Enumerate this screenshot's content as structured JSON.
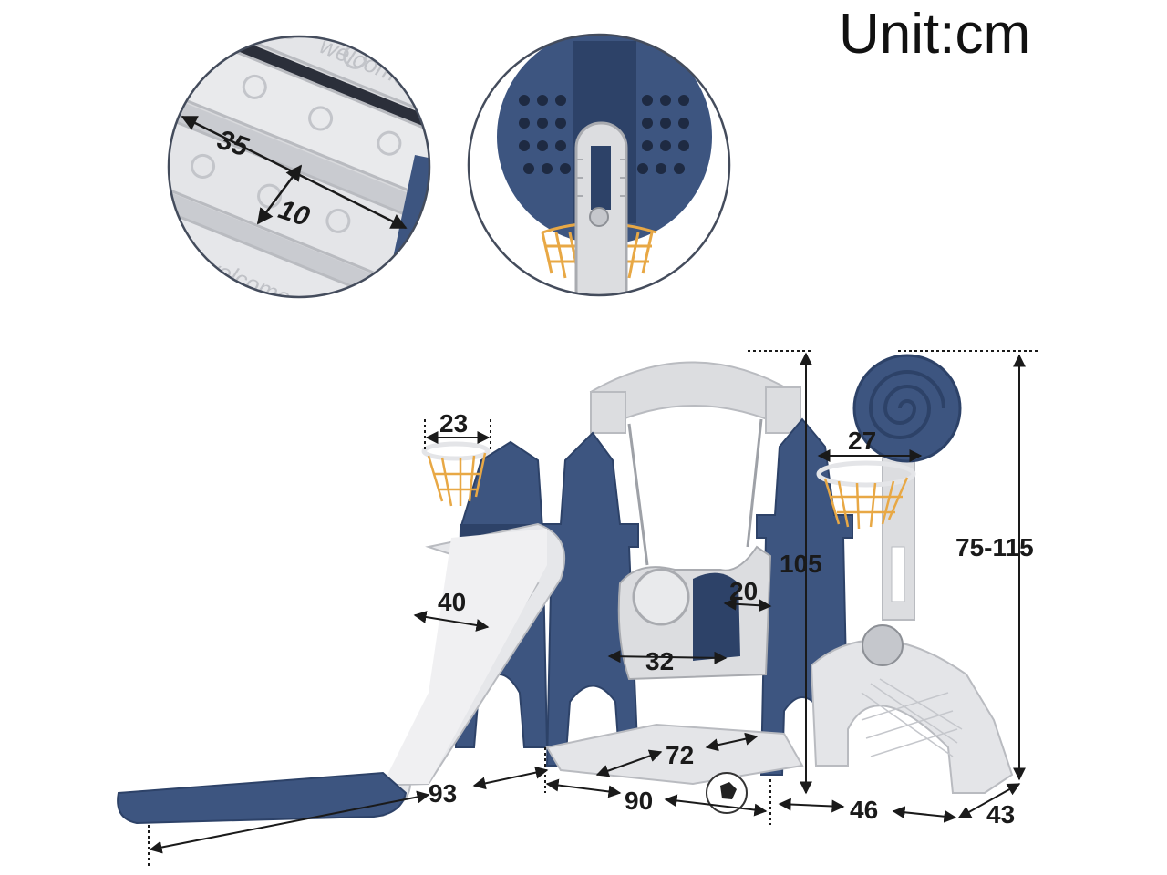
{
  "title": "Unit:cm",
  "insets": {
    "slide_step": {
      "width": "35",
      "depth": "10",
      "embossed_text": "welcome"
    },
    "basketball_backboard": {}
  },
  "dimensions": {
    "hoop_small": "23",
    "hoop_large": "27",
    "slide_width": "40",
    "seat_width": "32",
    "seat_depth": "20",
    "frame_height": "105",
    "hoop_height": "75-115",
    "swing_base": "72",
    "total_length": "93",
    "frame_length": "90",
    "goal_length": "46",
    "goal_depth": "43"
  },
  "colors": {
    "navy": "#3d5580",
    "navy_dark": "#2d4268",
    "light_grey": "#dcdde0",
    "mid_grey": "#c5c7cc",
    "net": "#e8a845"
  }
}
